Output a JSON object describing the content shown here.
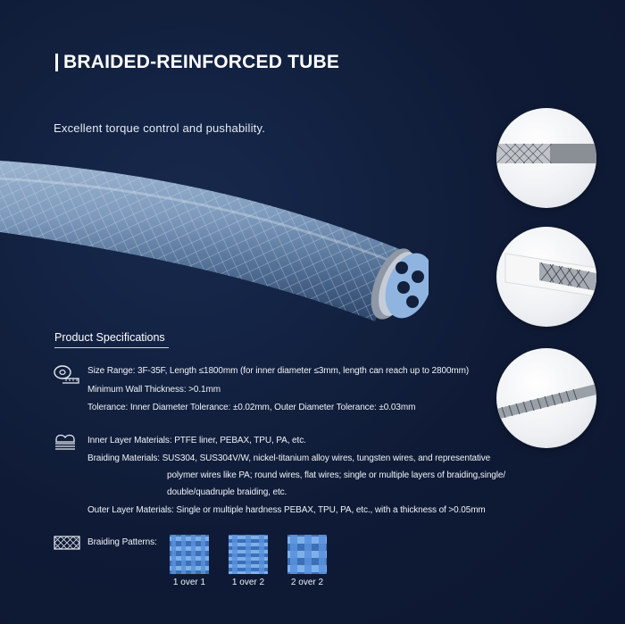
{
  "title": "BRAIDED-REINFORCED TUBE",
  "subtitle": "Excellent torque control and pushability.",
  "specs": {
    "heading": "Product Specifications",
    "size": {
      "line1": "Size Range: 3F-35F, Length ≤1800mm (for inner diameter ≤3mm, length can reach up to 2800mm)",
      "line2": "Minimum Wall Thickness: >0.1mm",
      "line3": "Tolerance: Inner Diameter Tolerance: ±0.02mm, Outer Diameter Tolerance: ±0.03mm"
    },
    "materials": {
      "inner": "Inner Layer Materials: PTFE liner, PEBAX, TPU, PA, etc.",
      "braid1": "Braiding Materials: SUS304, SUS304V/W, nickel-titanium alloy wires, tungsten wires, and representative",
      "braid2": "polymer wires like PA; round wires, flat wires; single or multiple layers of braiding,single/",
      "braid3": "double/quadruple braiding, etc.",
      "outer": "Outer Layer Materials: Single or multiple hardness PEBAX, TPU, PA, etc., with a thickness of >0.05mm"
    },
    "patterns": {
      "label": "Braiding Patterns:",
      "items": [
        "1 over 1",
        "1 over 2",
        "2 over 2"
      ]
    }
  },
  "colors": {
    "background": "#0f1b36",
    "tube": "#6f8fb3",
    "pattern": "#5a8fd6"
  },
  "icons": [
    "measuring-tape-icon",
    "layers-icon",
    "braid-mesh-icon"
  ]
}
